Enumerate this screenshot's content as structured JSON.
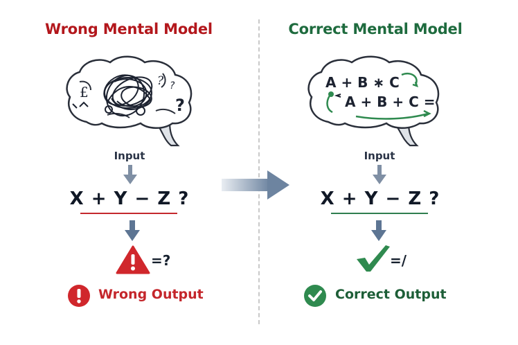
{
  "left": {
    "title": "Wrong Mental Model",
    "input_label": "Input",
    "equation": "X + Y − Z ?",
    "result_text": "=?",
    "output_label": "Wrong Output",
    "brain_symbols": [
      "£",
      "?",
      "?",
      "?"
    ]
  },
  "right": {
    "title": "Correct Mental Model",
    "input_label": "Input",
    "equation": "X + Y − Z ?",
    "result_text": "=/",
    "output_label": "Correct Output",
    "brain_formula_1": "A + B ∗ C",
    "brain_formula_2": "A + B + C ="
  },
  "colors": {
    "wrong": "#c4262b",
    "correct": "#2f8a4f",
    "arrow": "#7f8fa4"
  }
}
